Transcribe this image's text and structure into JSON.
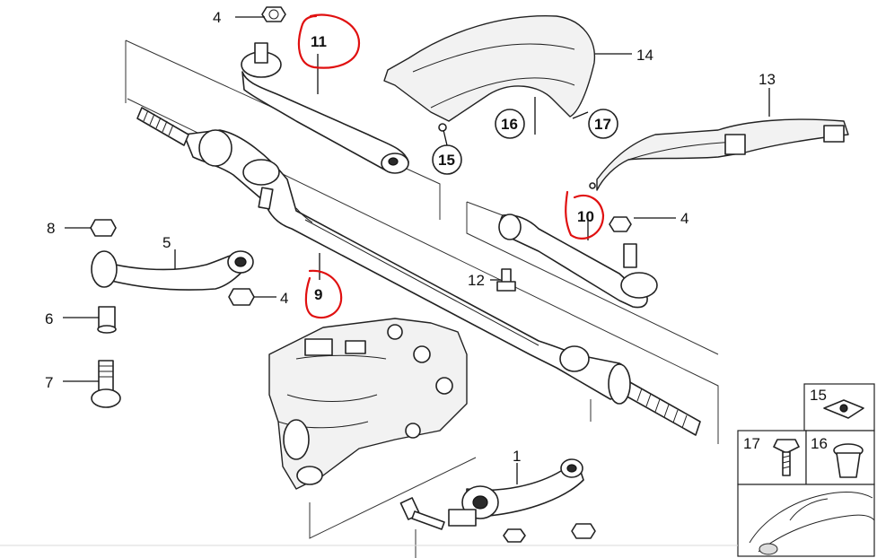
{
  "diagram": {
    "labels": {
      "p1": "1",
      "p4a": "4",
      "p4b": "4",
      "p4c": "4",
      "p5": "5",
      "p6": "6",
      "p7": "7",
      "p8": "8",
      "p9": "9",
      "p10": "10",
      "p11": "11",
      "p12": "12",
      "p13": "13",
      "p14": "14",
      "p15": "15",
      "p16": "16",
      "p17": "17",
      "legend15": "15",
      "legend16": "16",
      "legend17": "17"
    },
    "highlighted_parts": [
      "9",
      "10",
      "11"
    ],
    "colors": {
      "line": "#222222",
      "annotation": "#e01010",
      "background": "#ffffff"
    }
  }
}
